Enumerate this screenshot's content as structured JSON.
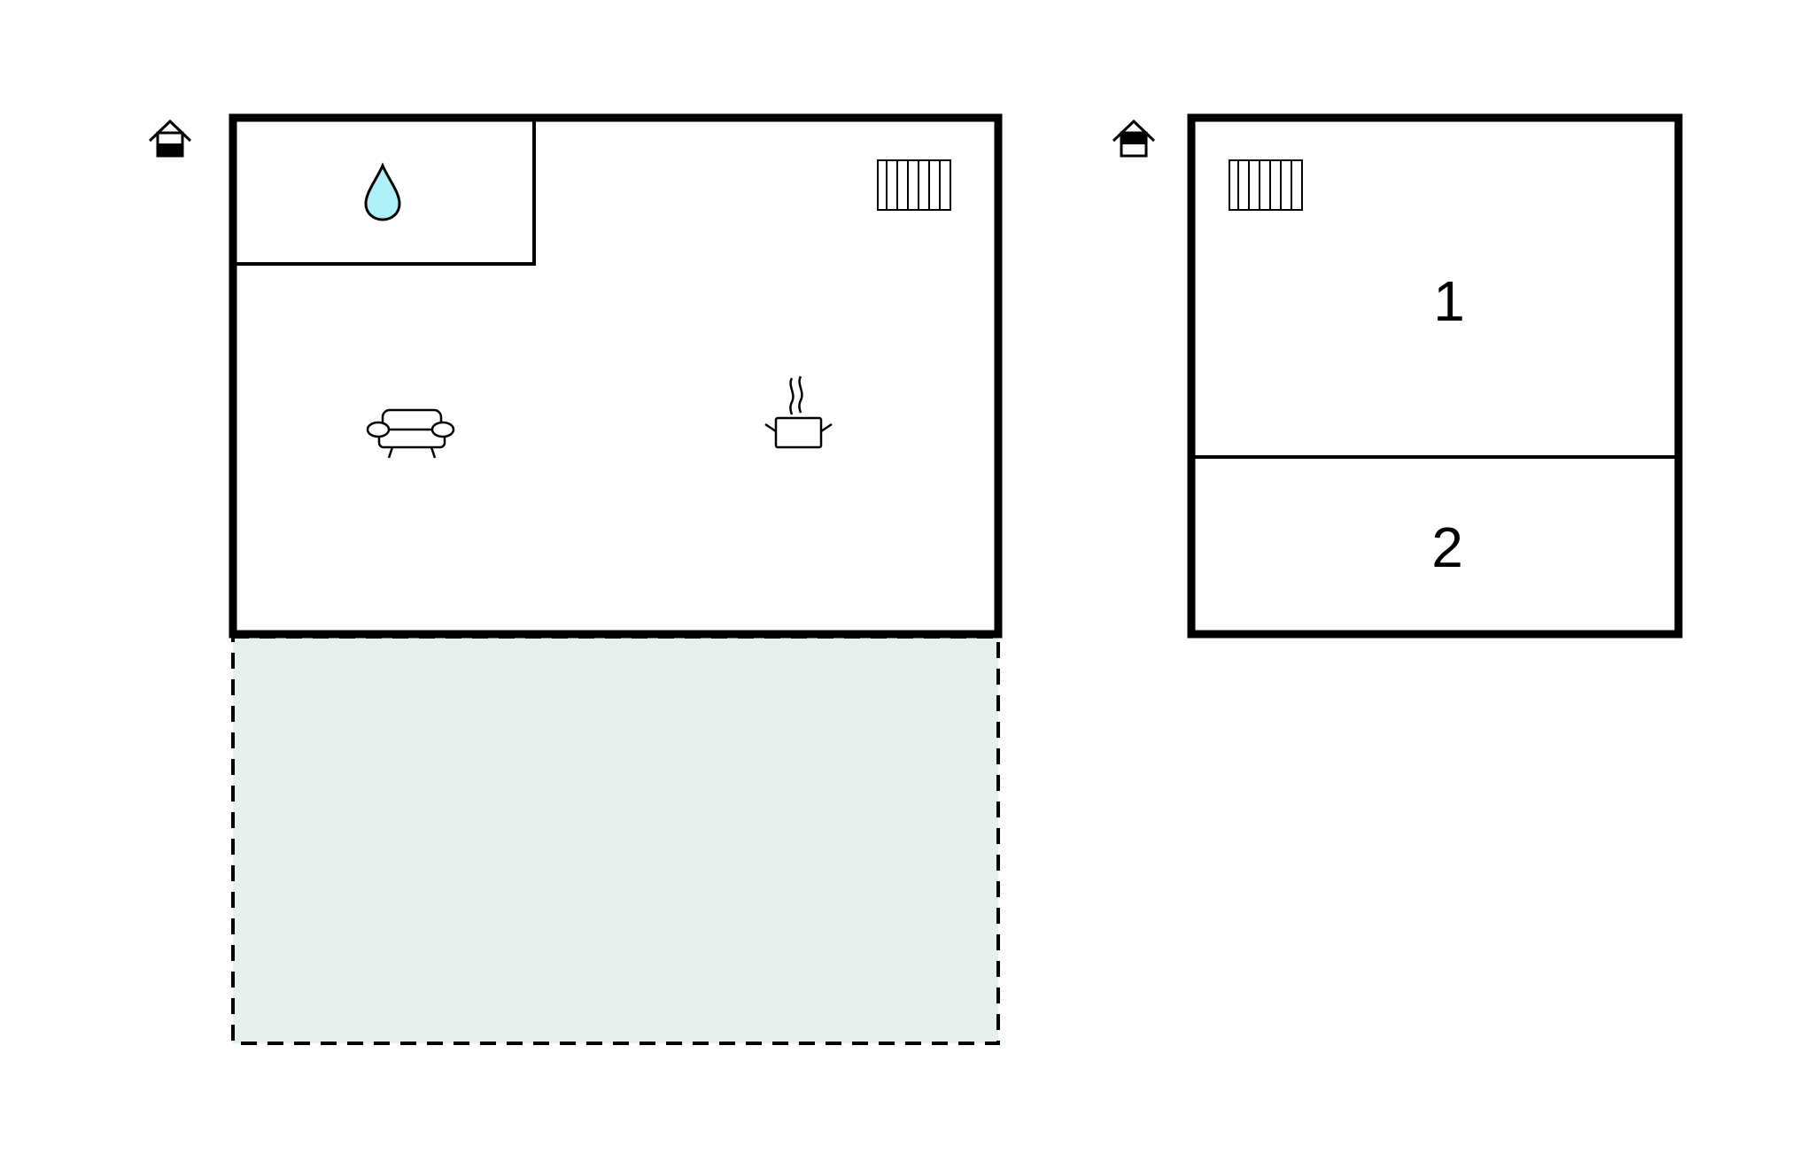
{
  "colors": {
    "wall": "#000000",
    "terrace_fill": "#e7efed",
    "water_drop": "#aef0f8",
    "background": "#ffffff"
  },
  "ground_floor": {
    "level_icon": "house-ground-floor-icon",
    "rooms": [
      {
        "type": "bathroom",
        "icon": "water-drop-icon"
      },
      {
        "type": "living-room",
        "icon": "sofa-icon"
      },
      {
        "type": "kitchen",
        "icon": "cooking-pot-icon"
      },
      {
        "type": "heater",
        "icon": "radiator-icon"
      }
    ],
    "terrace": {
      "style": "dashed-outline"
    }
  },
  "upper_floor": {
    "level_icon": "house-upper-floor-icon",
    "rooms": [
      {
        "label": "1",
        "type": "bedroom"
      },
      {
        "label": "2",
        "type": "bedroom"
      }
    ],
    "heater": {
      "icon": "radiator-icon"
    }
  }
}
